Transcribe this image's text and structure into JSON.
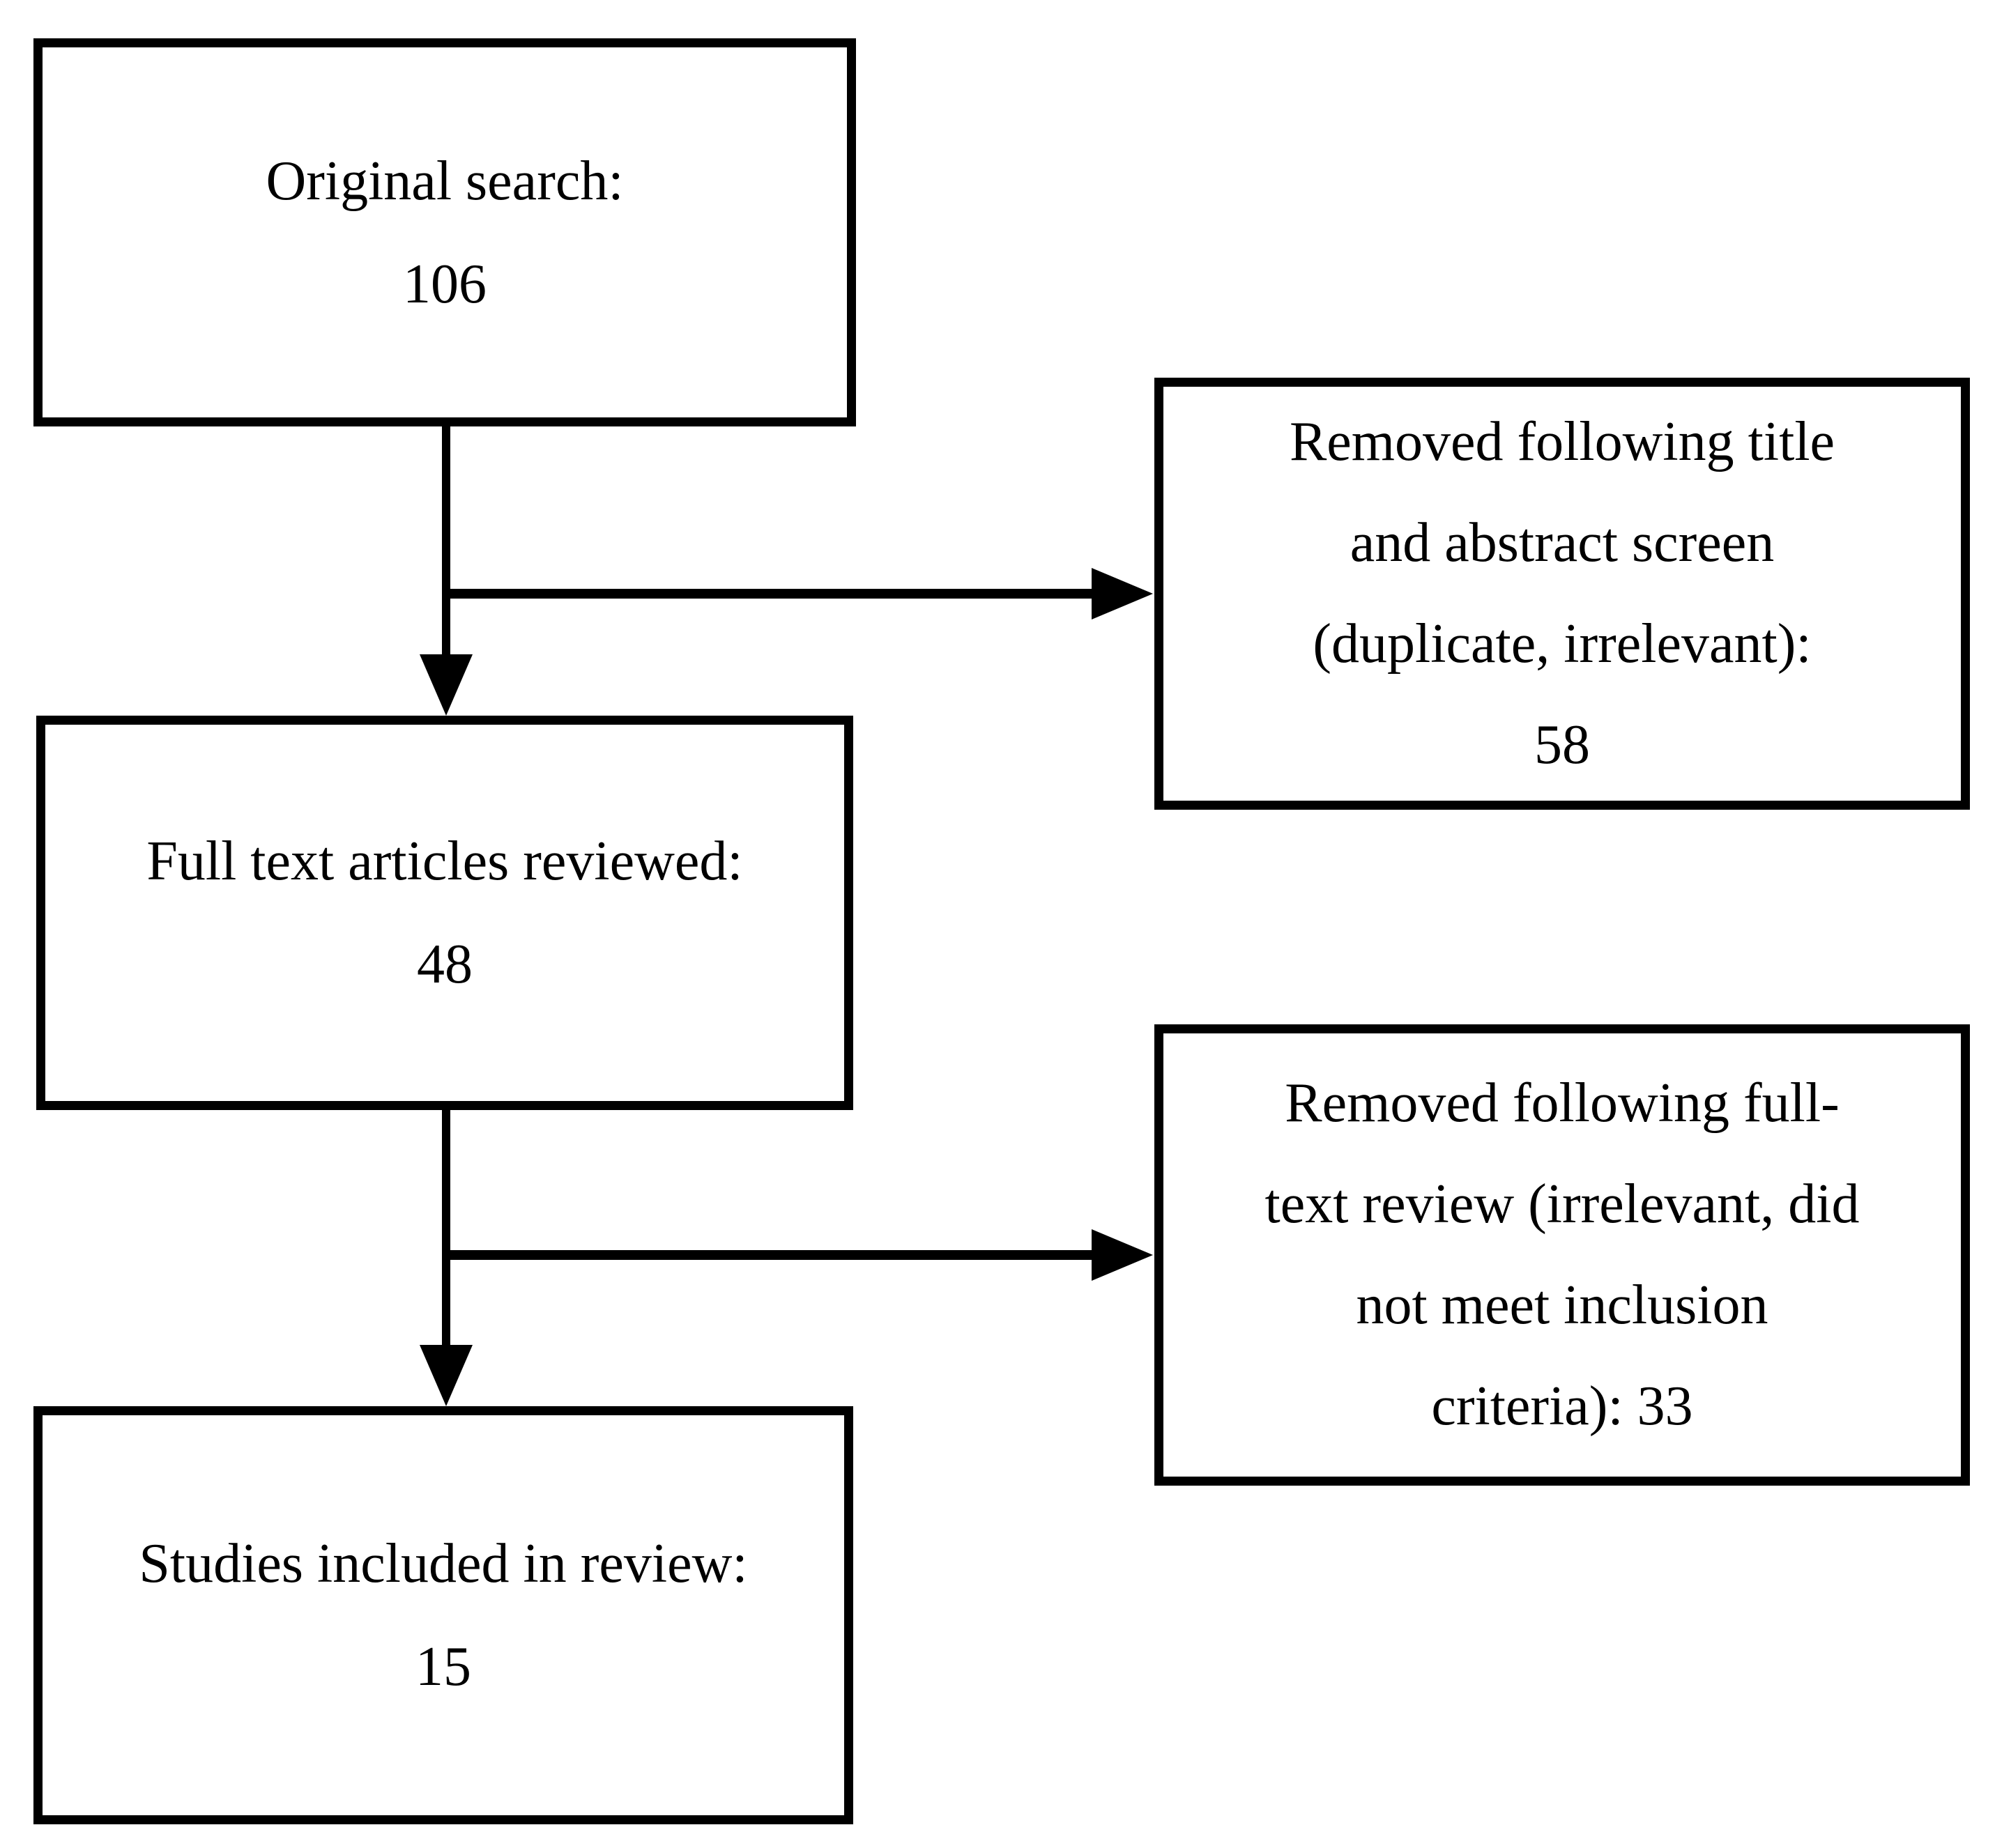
{
  "figure": {
    "background_color": "#ffffff",
    "line_color": "#000000",
    "boxes": [
      {
        "id": "original-search",
        "lines": [
          "Original search:",
          "106"
        ]
      },
      {
        "id": "removed-title-abstract",
        "lines": [
          "Removed following title",
          "and abstract screen",
          "(duplicate, irrelevant):",
          "58"
        ]
      },
      {
        "id": "full-text-reviewed",
        "lines": [
          "Full text articles reviewed:",
          "48"
        ]
      },
      {
        "id": "removed-full-text",
        "lines": [
          "Removed following full-",
          "text review (irrelevant, did",
          "not meet inclusion",
          "criteria): 33"
        ]
      },
      {
        "id": "studies-included",
        "lines": [
          "Studies included in review:",
          "15"
        ]
      }
    ]
  }
}
